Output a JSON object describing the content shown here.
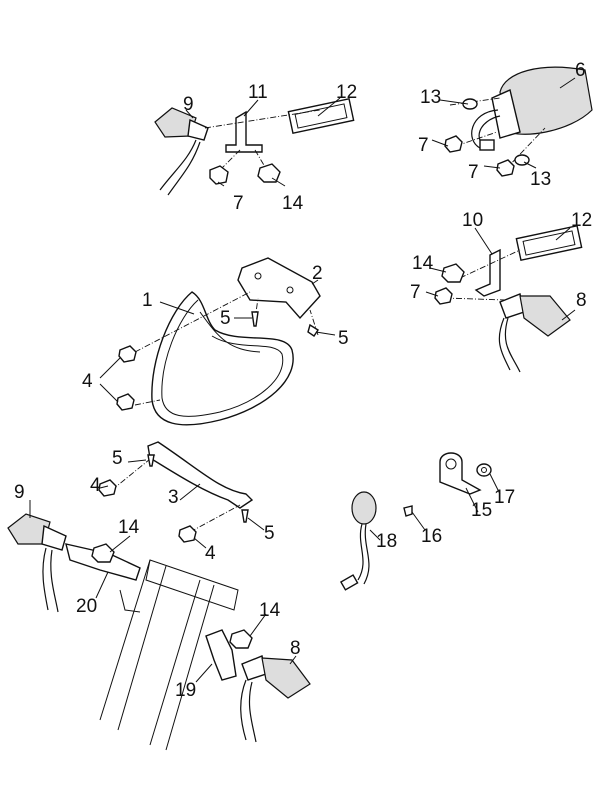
{
  "diagram": {
    "callouts": [
      "9",
      "11",
      "12",
      "6",
      "13",
      "7",
      "7",
      "13",
      "7",
      "14",
      "10",
      "12",
      "14",
      "7",
      "8",
      "2",
      "1",
      "5",
      "5",
      "4",
      "5",
      "4",
      "3",
      "9",
      "14",
      "5",
      "4",
      "20",
      "18",
      "16",
      "15",
      "17",
      "14",
      "8",
      "19"
    ]
  }
}
